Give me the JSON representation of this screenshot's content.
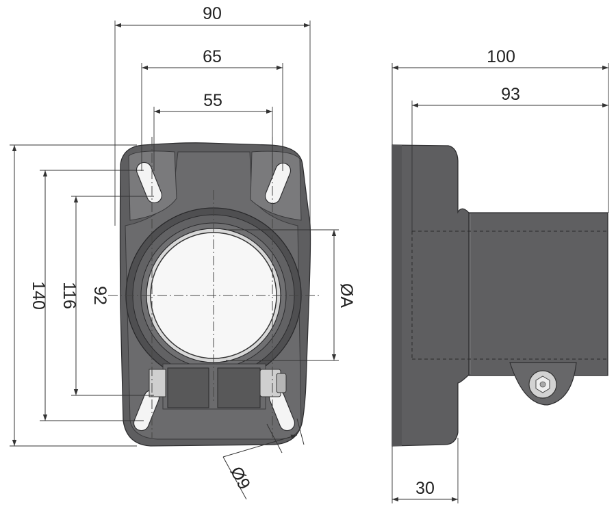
{
  "front_view": {
    "dim_overall_width": "90",
    "dim_slot_outer": "65",
    "dim_slot_inner": "55",
    "dim_overall_height": "140",
    "dim_slot_outer_height": "116",
    "dim_slot_inner_height": "92",
    "dim_bore_diameter": "ØA",
    "dim_hole_diameter": "Ø9"
  },
  "side_view": {
    "dim_overall_depth": "100",
    "dim_tube_depth": "93",
    "dim_flange_thickness": "30"
  },
  "colors": {
    "body": "#5e5e60",
    "bore": "#f7f7f7",
    "lines": "#333333"
  }
}
